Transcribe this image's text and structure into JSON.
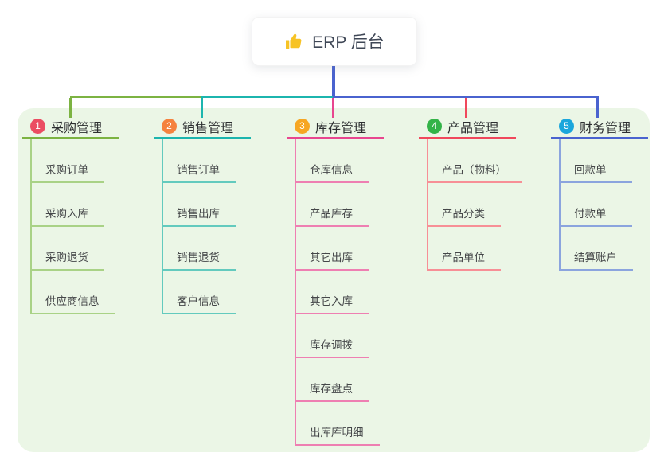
{
  "root": {
    "icon": "thumbs-up-icon",
    "icon_color": "#f7c325",
    "label": "ERP 后台"
  },
  "colors": {
    "root_connector": "#4a63cf",
    "panel_bg": "#ebf6e6"
  },
  "branches": [
    {
      "number": "1",
      "label": "采购管理",
      "badge_color": "#eb4d62",
      "line_color": "#7cb342",
      "sub_line_color": "#a9d286",
      "items": [
        "采购订单",
        "采购入库",
        "采购退货",
        "供应商信息"
      ]
    },
    {
      "number": "2",
      "label": "销售管理",
      "badge_color": "#f5823e",
      "line_color": "#1cb5ae",
      "sub_line_color": "#63cabe",
      "items": [
        "销售订单",
        "销售出库",
        "销售退货",
        "客户信息"
      ]
    },
    {
      "number": "3",
      "label": "库存管理",
      "badge_color": "#f6a623",
      "line_color": "#e8468f",
      "sub_line_color": "#ee7fb2",
      "items": [
        "仓库信息",
        "产品库存",
        "其它出库",
        "其它入库",
        "库存调拨",
        "库存盘点",
        "出库库明细"
      ]
    },
    {
      "number": "4",
      "label": "产品管理",
      "badge_color": "#33b348",
      "line_color": "#f0485c",
      "sub_line_color": "#f78f96",
      "items": [
        "产品（物料）",
        "产品分类",
        "产品单位"
      ]
    },
    {
      "number": "5",
      "label": "财务管理",
      "badge_color": "#1ba6dc",
      "line_color": "#4a63cf",
      "sub_line_color": "#8ba4de",
      "items": [
        "回款单",
        "付款单",
        "结算账户"
      ]
    }
  ]
}
